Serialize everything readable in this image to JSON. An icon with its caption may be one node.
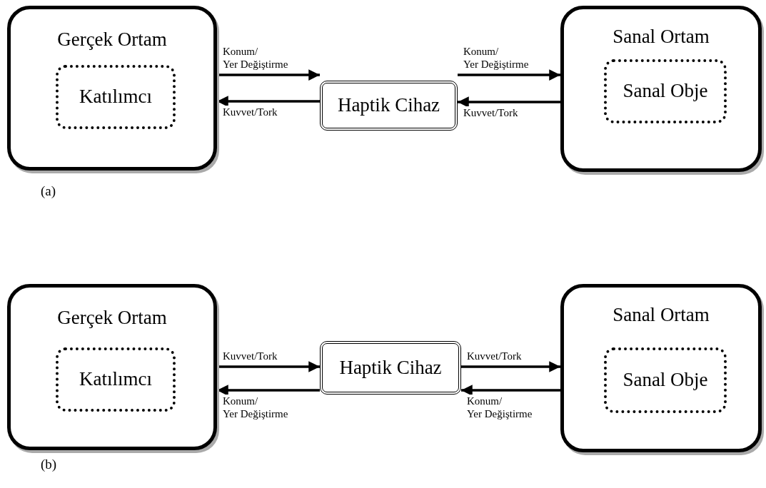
{
  "diagram": {
    "nodes": [
      {
        "text": [
          "Gerçek Ortam"
        ]
      },
      {
        "text": [
          "Katılımcı"
        ],
        "in": 0
      },
      {
        "text": [
          "Haptik Cihaz"
        ]
      },
      {
        "text": [
          "Sanal Ortam"
        ]
      },
      {
        "text": [
          "Sanal Obje"
        ],
        "in": 3
      },
      {
        "text": [
          "Gerçek Ortam"
        ]
      },
      {
        "text": [
          "Katılımcı"
        ],
        "in": 5
      },
      {
        "text": [
          "Haptik Cihaz"
        ]
      },
      {
        "text": [
          "Sanal Ortam"
        ]
      },
      {
        "text": [
          "Sanal Obje"
        ],
        "in": 8
      }
    ],
    "edges": [
      {
        "from": 0,
        "to": 2,
        "arrow": "to",
        "label": "Konum/ Yer Değiştirme"
      },
      {
        "from": 2,
        "to": 0,
        "arrow": "to",
        "label": "Kuvvet/Tork"
      },
      {
        "from": 2,
        "to": 3,
        "arrow": "to",
        "label": "Konum/ Yer Değiştirme"
      },
      {
        "from": 3,
        "to": 2,
        "arrow": "to",
        "label": "Kuvvet/Tork"
      },
      {
        "from": 5,
        "to": 7,
        "arrow": "to",
        "label": "Kuvvet/Tork"
      },
      {
        "from": 7,
        "to": 5,
        "arrow": "to",
        "label": "Konum/ Yer Değiştirme"
      },
      {
        "from": 7,
        "to": 8,
        "arrow": "to",
        "label": "Kuvvet/Tork"
      },
      {
        "from": 8,
        "to": 7,
        "arrow": "to",
        "label": "Konum/ Yer Değiştirme"
      }
    ],
    "labels": [
      "(a)",
      "(b)"
    ]
  }
}
